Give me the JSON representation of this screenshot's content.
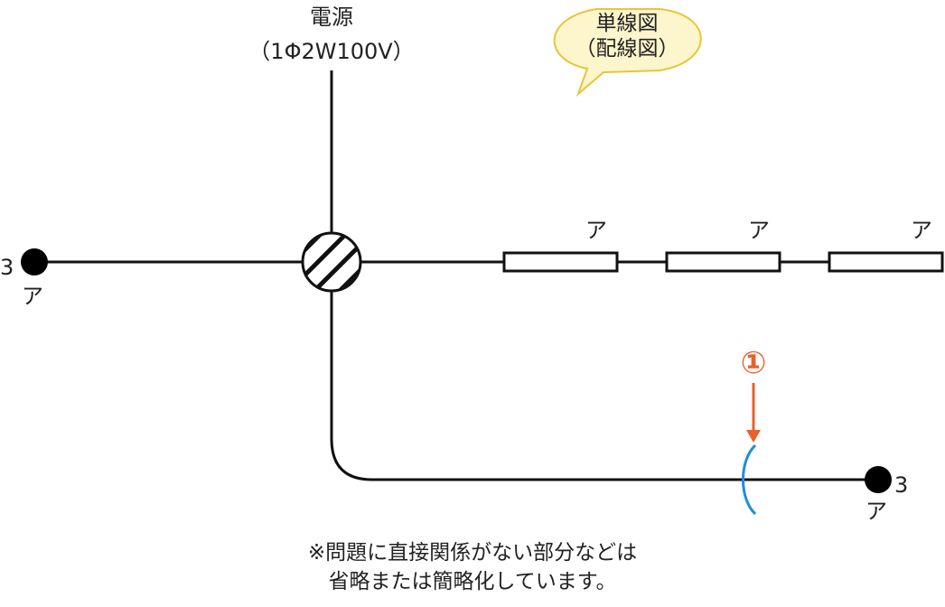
{
  "source": {
    "title": "電源",
    "spec": "（1Φ2W100V）"
  },
  "bubble": {
    "line1": "単線図",
    "line2": "（配線図）"
  },
  "outlets": [
    {
      "wires": "3",
      "label": "ア"
    },
    {
      "wires": "3",
      "label": "ア"
    }
  ],
  "lights": [
    {
      "label": "ア"
    },
    {
      "label": "ア"
    },
    {
      "label": "ア"
    }
  ],
  "callout": {
    "number": "①",
    "color": "#e8612c",
    "marker_color": "#1e8fd6"
  },
  "note": {
    "line1": "※問題に直接関係がない部分などは",
    "line2": "省略または簡略化しています。"
  }
}
